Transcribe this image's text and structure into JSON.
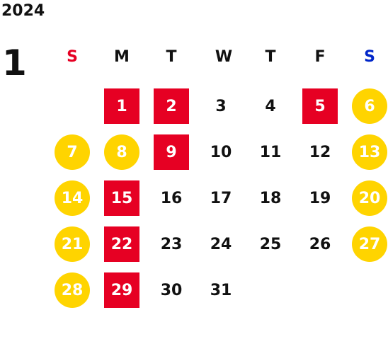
{
  "calendar": {
    "year": "2024",
    "month": "1",
    "weekdays": [
      "S",
      "M",
      "T",
      "W",
      "T",
      "F",
      "S"
    ],
    "colors": {
      "holiday_bg": "#e60023",
      "weekend_bg": "#ffd400",
      "sunday_label": "#e60023",
      "saturday_label": "#0026c9",
      "text": "#111111"
    },
    "days": [
      {
        "n": "1",
        "type": "holiday"
      },
      {
        "n": "2",
        "type": "holiday"
      },
      {
        "n": "3",
        "type": "normal"
      },
      {
        "n": "4",
        "type": "normal"
      },
      {
        "n": "5",
        "type": "holiday"
      },
      {
        "n": "6",
        "type": "weekend"
      },
      {
        "n": "7",
        "type": "weekend"
      },
      {
        "n": "8",
        "type": "weekend"
      },
      {
        "n": "9",
        "type": "holiday"
      },
      {
        "n": "10",
        "type": "normal"
      },
      {
        "n": "11",
        "type": "normal"
      },
      {
        "n": "12",
        "type": "normal"
      },
      {
        "n": "13",
        "type": "weekend"
      },
      {
        "n": "14",
        "type": "weekend"
      },
      {
        "n": "15",
        "type": "holiday"
      },
      {
        "n": "16",
        "type": "normal"
      },
      {
        "n": "17",
        "type": "normal"
      },
      {
        "n": "18",
        "type": "normal"
      },
      {
        "n": "19",
        "type": "normal"
      },
      {
        "n": "20",
        "type": "weekend"
      },
      {
        "n": "21",
        "type": "weekend"
      },
      {
        "n": "22",
        "type": "holiday"
      },
      {
        "n": "23",
        "type": "normal"
      },
      {
        "n": "24",
        "type": "normal"
      },
      {
        "n": "25",
        "type": "normal"
      },
      {
        "n": "26",
        "type": "normal"
      },
      {
        "n": "27",
        "type": "weekend"
      },
      {
        "n": "28",
        "type": "weekend"
      },
      {
        "n": "29",
        "type": "holiday"
      },
      {
        "n": "30",
        "type": "normal"
      },
      {
        "n": "31",
        "type": "normal"
      }
    ]
  }
}
